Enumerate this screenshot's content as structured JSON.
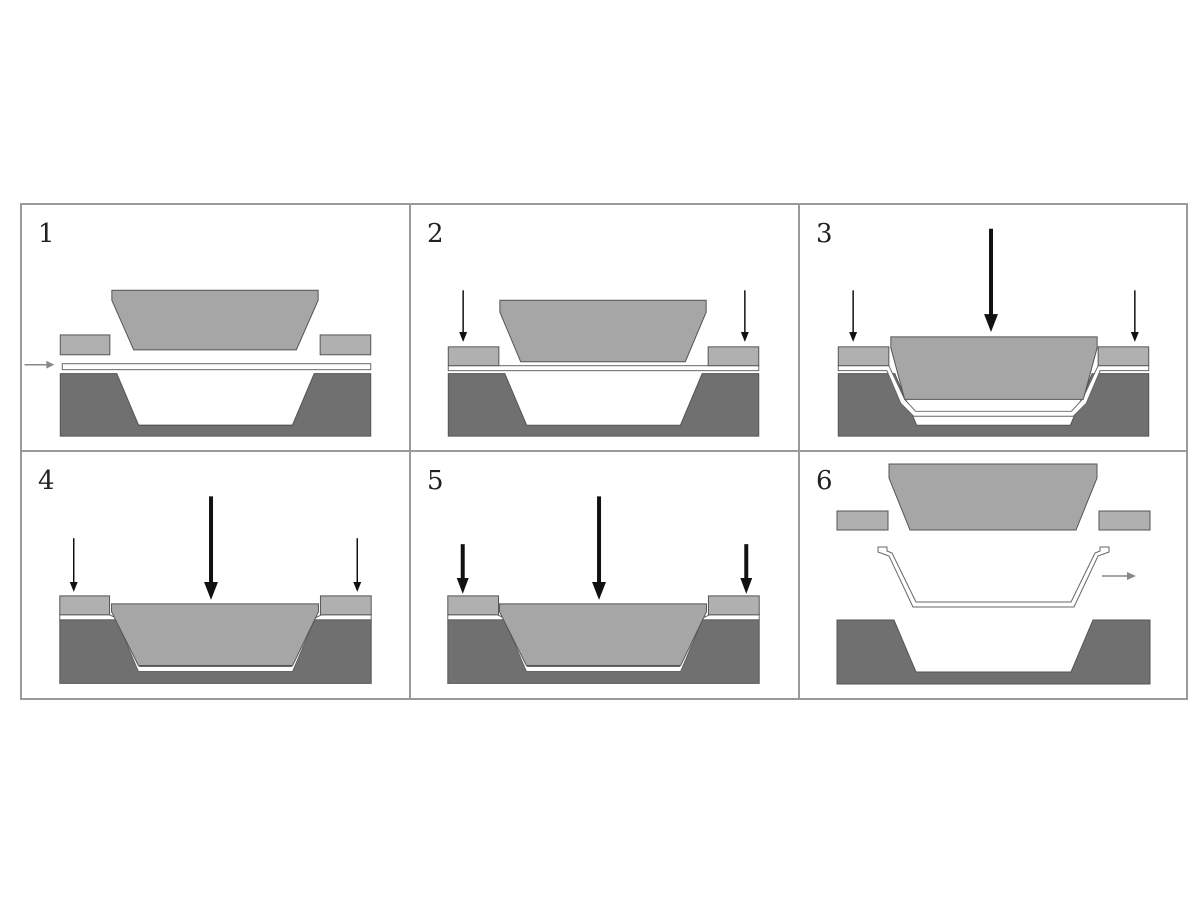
{
  "diagram": {
    "steps": [
      {
        "number": "1"
      },
      {
        "number": "2"
      },
      {
        "number": "3"
      },
      {
        "number": "4"
      },
      {
        "number": "5"
      },
      {
        "number": "6"
      }
    ]
  },
  "colors": {
    "die": "#707070",
    "punch": "#a6a6a6",
    "blank_holder": "#b0b0b0",
    "sheet": "#ffffff",
    "outline": "#555555",
    "arrow": "#111111",
    "feed_arrow": "#888888",
    "border": "#9a9a9a"
  }
}
